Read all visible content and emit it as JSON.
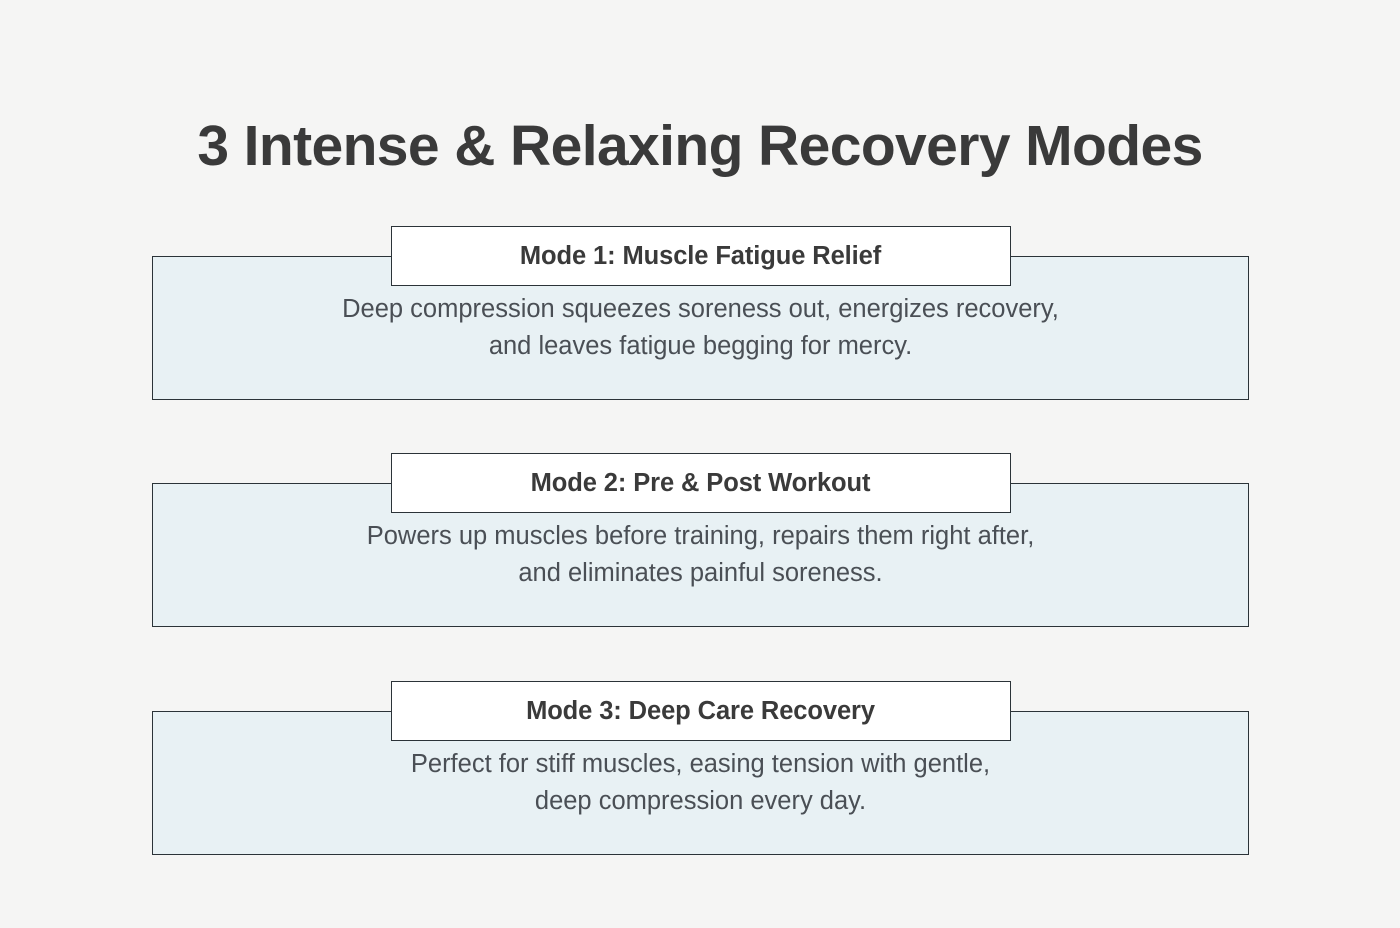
{
  "page": {
    "background_color": "#f5f5f4",
    "heading": "3 Intense & Relaxing Recovery Modes",
    "heading_color": "#3a3a3a"
  },
  "theme": {
    "card_fill": "#e8f1f4",
    "card_border": "#2b3338",
    "title_box_fill": "#ffffff",
    "title_text_color": "#3a3a3a",
    "body_text_color": "#4a4f55"
  },
  "modes": [
    {
      "title": "Mode 1: Muscle Fatigue Relief",
      "description": "Deep compression squeezes soreness out, energizes recovery,\nand leaves fatigue begging for mercy."
    },
    {
      "title": "Mode 2: Pre & Post Workout",
      "description": "Powers up muscles before training, repairs them right after,\nand eliminates painful soreness."
    },
    {
      "title": "Mode 3: Deep Care Recovery",
      "description": "Perfect for stiff muscles, easing tension with gentle,\ndeep compression every day."
    }
  ]
}
